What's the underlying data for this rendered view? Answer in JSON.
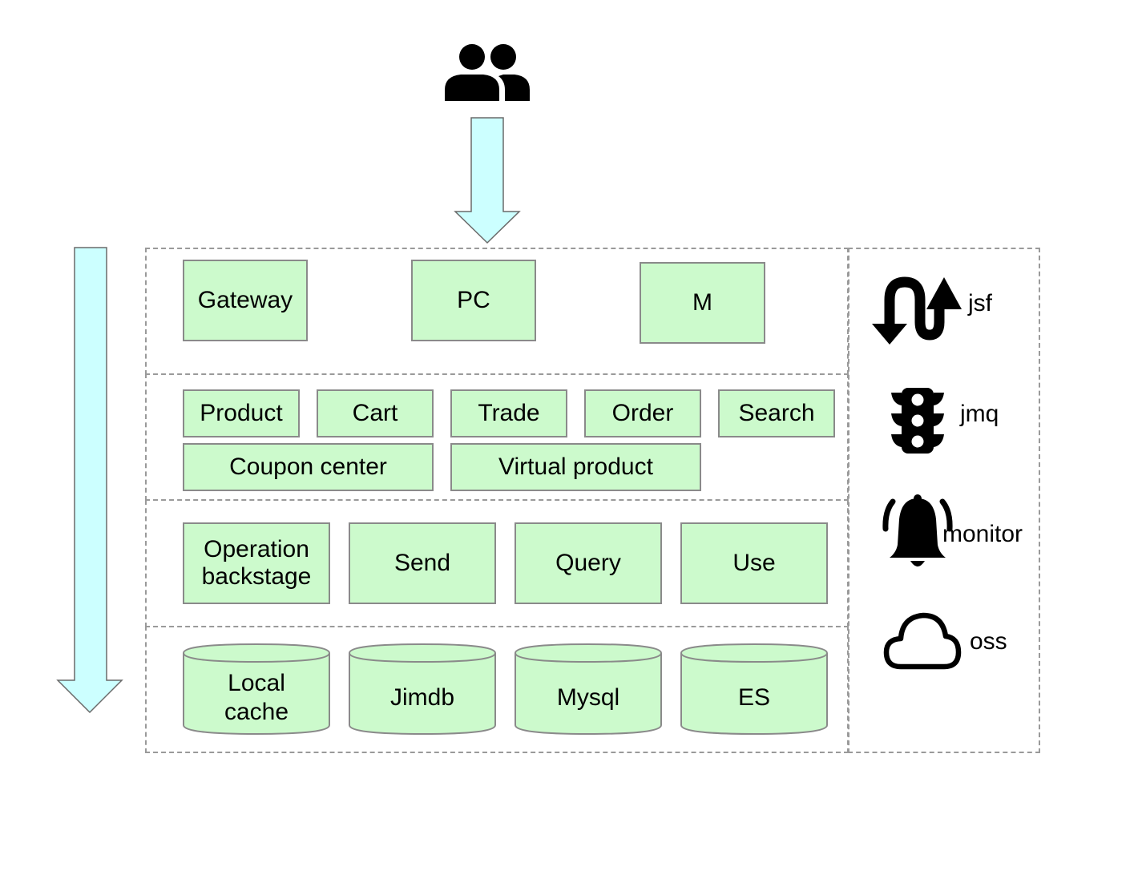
{
  "colors": {
    "box_fill": "#ccfacc",
    "box_border": "#8a8a8a",
    "arrow_fill": "#ccffff",
    "dash": "#9a9a9a"
  },
  "users": {
    "icon": "users-icon"
  },
  "entry": {
    "gateway": "Gateway",
    "pc": "PC",
    "m": "M"
  },
  "business": {
    "product": "Product",
    "cart": "Cart",
    "trade": "Trade",
    "order": "Order",
    "search": "Search",
    "coupon_center": "Coupon center",
    "virtual_product": "Virtual product"
  },
  "coupon": {
    "operation_backstage": "Operation backstage",
    "send": "Send",
    "query": "Query",
    "use": "Use"
  },
  "storage": {
    "local_cache": "Local cache",
    "jimdb": "Jimdb",
    "mysql": "Mysql",
    "es": "ES"
  },
  "middleware": {
    "jsf": {
      "label": "jsf",
      "icon": "u-turn-arrows-icon"
    },
    "jmq": {
      "label": "jmq",
      "icon": "traffic-light-icon"
    },
    "monitor": {
      "label": "monitor",
      "icon": "alarm-bell-icon"
    },
    "oss": {
      "label": "oss",
      "icon": "cloud-icon"
    }
  }
}
